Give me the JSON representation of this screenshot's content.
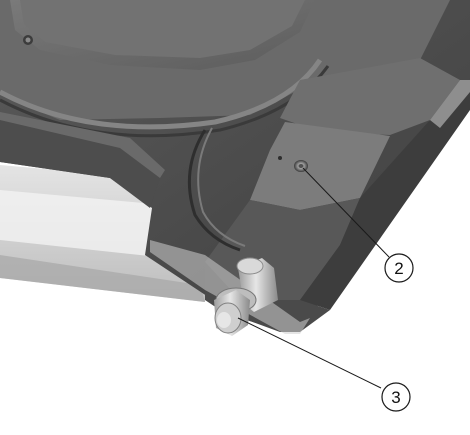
{
  "figure": {
    "colors": {
      "background": "#ffffff",
      "body_dark": "#4a4a4a",
      "body_mid": "#5e5e5e",
      "body_light": "#777777",
      "panel": "#6c6c6c",
      "rail_light": "#d6d6d6",
      "rail_shadow": "#9a9a9a",
      "metal": "#c8c8c8",
      "leader": "#1a1a1a"
    },
    "callouts": [
      {
        "id": "2",
        "label": "2",
        "points_to": "screw-hole"
      },
      {
        "id": "3",
        "label": "3",
        "points_to": "mounting-pin"
      }
    ]
  }
}
